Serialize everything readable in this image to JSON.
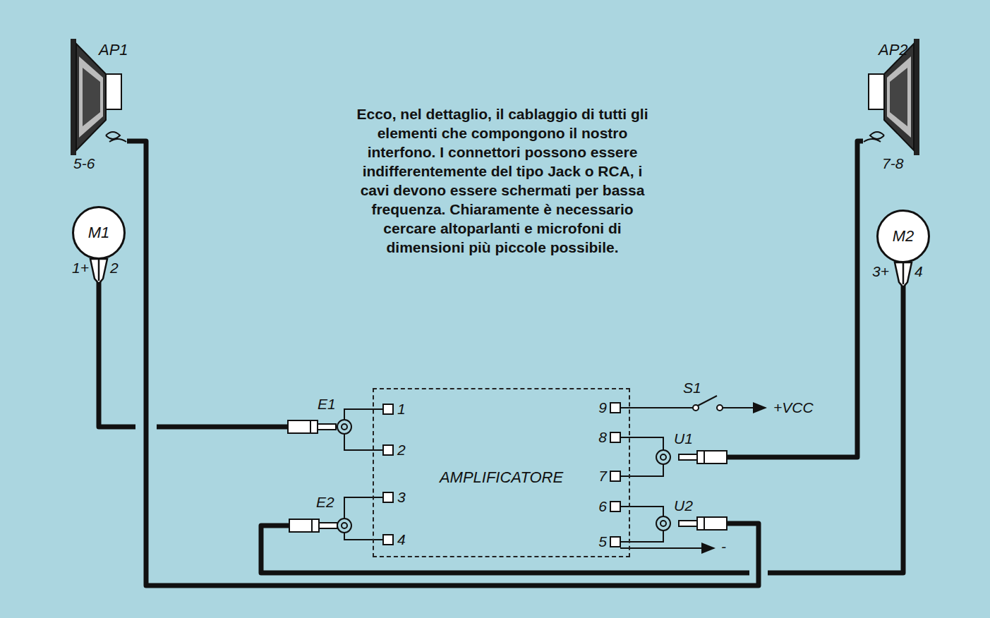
{
  "diagram": {
    "caption": "Ecco, nel dettaglio, il cablaggio di tutti gli elementi che compongono il nostro interfono. I connettori possono essere indifferentemente del tipo Jack o RCA, i cavi devono essere schermati per bassa frequenza. Chiaramente è necessario cercare altoparlanti e microfoni di dimensioni più piccole possibile.",
    "nodes": [
      {
        "text": [
          "AP1"
        ]
      },
      {
        "text": [
          "M1"
        ]
      },
      {
        "text": [
          "AP2"
        ]
      },
      {
        "text": [
          "M2"
        ]
      },
      {
        "text": [
          "AMPLIFICATORE"
        ]
      }
    ],
    "edges": [
      {
        "from": 1,
        "to": 4,
        "arrow": "none"
      },
      {
        "from": 3,
        "to": 4,
        "arrow": "none"
      },
      {
        "from": 4,
        "to": 2,
        "arrow": "none"
      },
      {
        "from": 4,
        "to": 0,
        "arrow": "none"
      }
    ],
    "labels": [
      "5-6",
      "1+",
      "2",
      "7-8",
      "3+",
      "4",
      "E1",
      "1",
      "2",
      "E2",
      "3",
      "4",
      "S1",
      "+VCC",
      "9",
      "8",
      "7",
      "6",
      "5",
      "U1",
      "U2",
      "-"
    ]
  }
}
